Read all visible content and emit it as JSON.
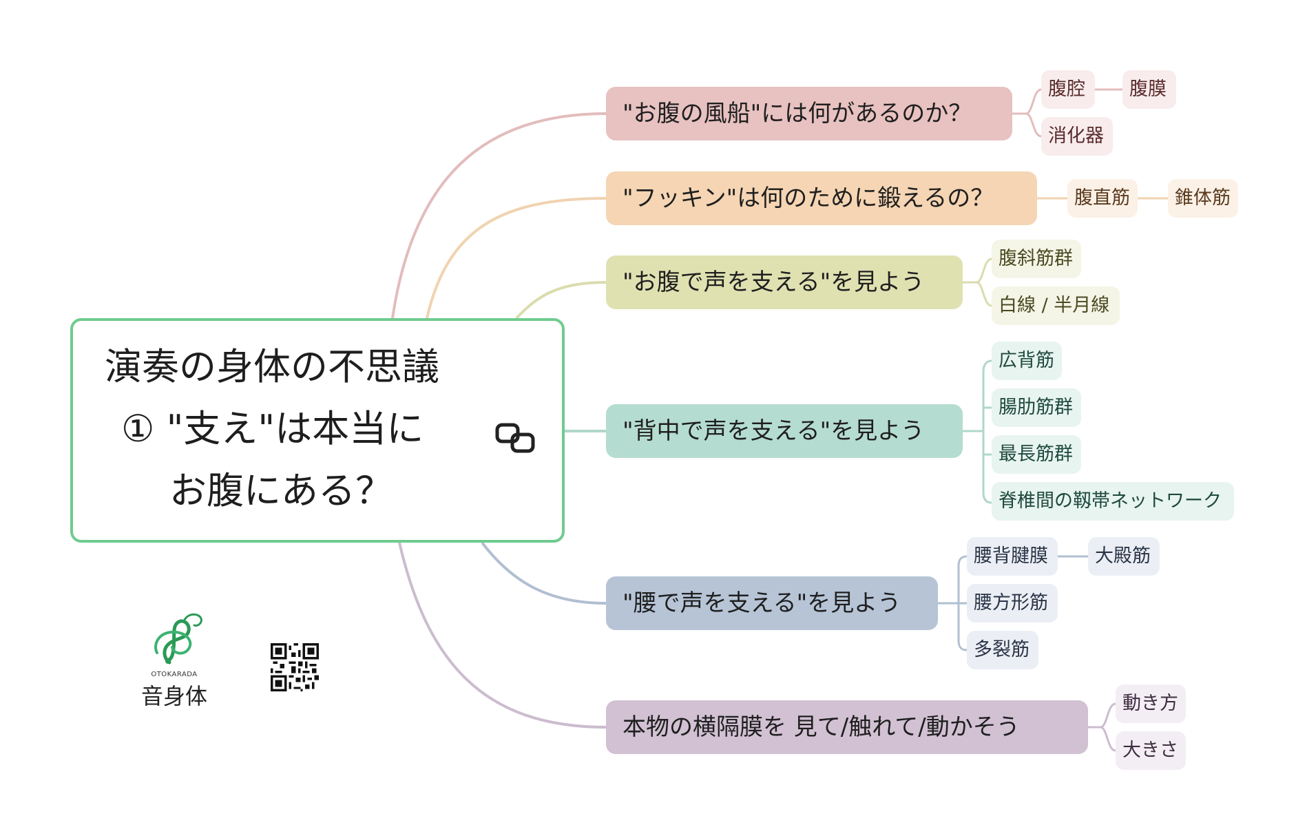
{
  "central": {
    "line1": "演奏の身体の不思議",
    "line2": "① \"支え\"は本当に",
    "line3": "お腹にある？",
    "link_icon": "link-icon"
  },
  "topics": [
    {
      "label": "\"お腹の風船\"には何があるのか？",
      "color": "#e8c1c1",
      "subcolor": "#f8ecec",
      "line": "#e3bcbc",
      "subs": [
        "腹腔",
        "腹膜",
        "消化器"
      ]
    },
    {
      "label": "\"フッキン\"は何のために鍛えるの？",
      "color": "#f5d5b3",
      "subcolor": "#fbf1e7",
      "line": "#f0d3b0",
      "subs": [
        "腹直筋",
        "錐体筋"
      ]
    },
    {
      "label": "\"お腹で声を支える\"を見よう",
      "color": "#dfe1b1",
      "subcolor": "#f4f5e6",
      "line": "#dadcae",
      "subs": [
        "腹斜筋群",
        "白線 / 半月線"
      ]
    },
    {
      "label": "\"背中で声を支える\"を見よう",
      "color": "#b5dcd0",
      "subcolor": "#e8f4f0",
      "line": "#afd7cb",
      "subs": [
        "広背筋",
        "腸肋筋群",
        "最長筋群",
        "脊椎間の靱帯ネットワーク"
      ]
    },
    {
      "label": "\"腰で声を支える\"を見よう",
      "color": "#b6c4d6",
      "subcolor": "#ebeff5",
      "line": "#b1bfd1",
      "subs": [
        "腰背腱膜",
        "大殿筋",
        "腰方形筋",
        "多裂筋"
      ]
    },
    {
      "label": "本物の横隔膜を 見て/触れて/動かそう",
      "color": "#d1c1d3",
      "subcolor": "#f3eef4",
      "line": "#ccbccf",
      "subs": [
        "動き方",
        "大きさ"
      ]
    }
  ],
  "logo": {
    "small_text": "OTOKARADA",
    "name": "音身体",
    "icon": "treble-clef-logo-icon"
  },
  "qr": {
    "icon": "qr-code-icon"
  }
}
